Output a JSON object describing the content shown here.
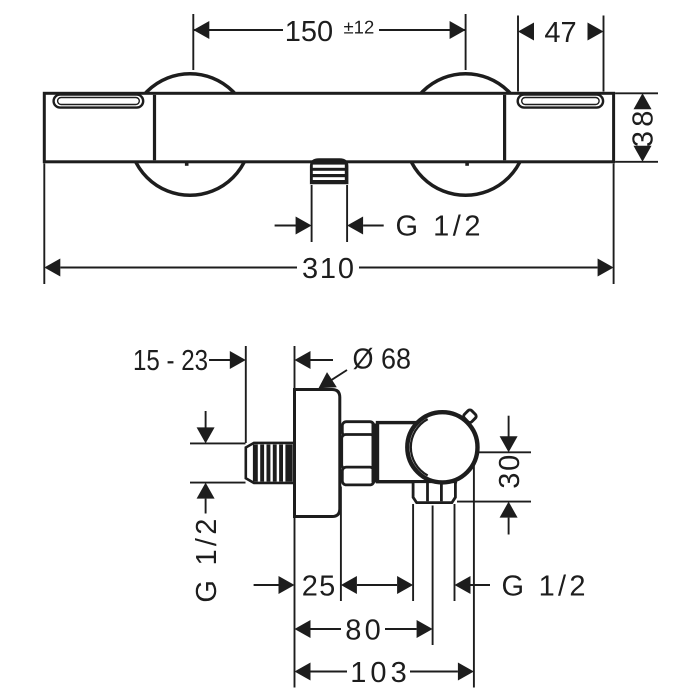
{
  "drawing": {
    "kind": "technical-dimension-drawing",
    "product": "thermostatic shower mixer (exposed installation)",
    "line_color": "#1d1d1b",
    "background_color": "#ffffff",
    "views": {
      "front": {
        "name": "front view",
        "dimensions": {
          "inlet_spacing": {
            "value": "150",
            "tolerance": "±12"
          },
          "handle_slot_width": {
            "value": "47"
          },
          "body_height": {
            "value": "38"
          },
          "outlet_thread": {
            "value": "G 1/2"
          },
          "total_width": {
            "value": "310"
          }
        }
      },
      "side": {
        "name": "side view",
        "dimensions": {
          "wall_distance_range": {
            "value": "15 - 23"
          },
          "escutcheon_diameter": {
            "value": "Ø 68"
          },
          "inlet_thread": {
            "value": "G 1/2"
          },
          "escutcheon_depth": {
            "value": "25"
          },
          "outlet_center_depth": {
            "value": "80"
          },
          "total_depth": {
            "value": "103"
          },
          "outlet_drop": {
            "value": "30"
          },
          "outlet_thread": {
            "value": "G 1/2"
          }
        }
      }
    }
  }
}
